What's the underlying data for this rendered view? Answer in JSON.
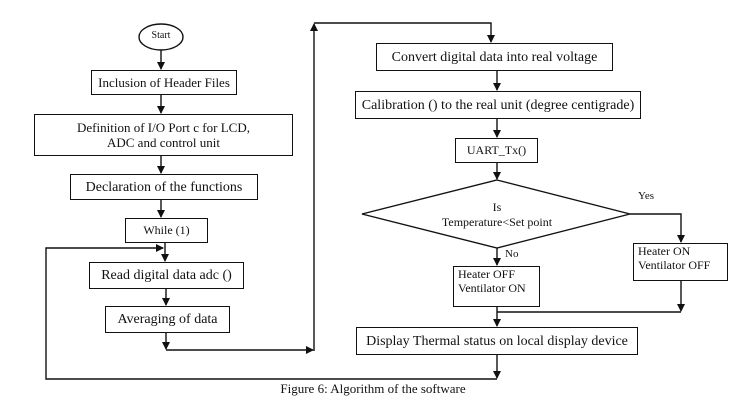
{
  "figure": {
    "caption": "Figure 6: Algorithm of the software"
  },
  "nodes": {
    "start": "Start",
    "include_headers": "Inclusion of Header Files",
    "define_io": "Definition of I/O Port c for LCD, ADC and control unit",
    "declare_functions": "Declaration of the functions",
    "while_loop": "While (1)",
    "read_adc": "Read digital data adc ()",
    "averaging": "Averaging of data",
    "convert_voltage": "Convert digital data into real voltage",
    "calibration": "Calibration () to the real unit (degree centigrade)",
    "uart_tx": "UART_Tx()",
    "decision_line1": "Is",
    "decision_line2": "Temperature<Set point",
    "no_branch_line1": "Heater OFF",
    "no_branch_line2": "Ventilator ON",
    "yes_branch_line1": "Heater ON",
    "yes_branch_line2": "Ventilator OFF",
    "display_status": "Display Thermal status on local display device"
  },
  "edge_labels": {
    "yes": "Yes",
    "no": "No"
  },
  "colors": {
    "stroke": "#111111",
    "background": "#ffffff"
  }
}
